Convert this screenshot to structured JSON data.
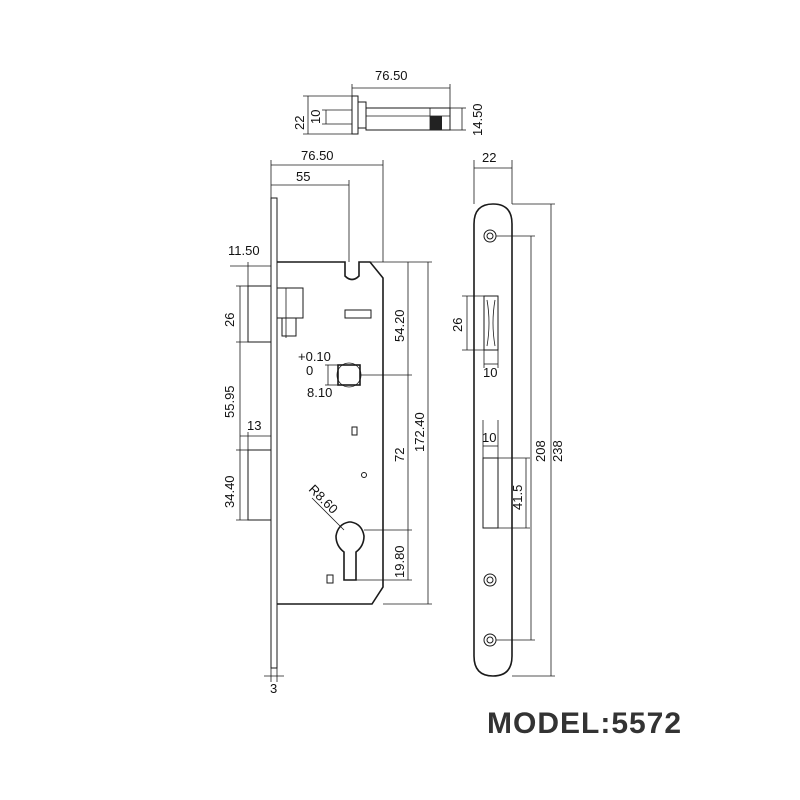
{
  "model_label": "MODEL:5572",
  "dimensions": {
    "bolt_length_top": "76.50",
    "bolt_height_left": "22",
    "bolt_height_inner": "10",
    "bolt_height_right": "14.50",
    "body_total_width": "76.50",
    "backset": "55",
    "latch_offset": "11.50",
    "latch_height": "26",
    "latch_to_deadbolt": "55.95",
    "deadbolt_width": "13",
    "deadbolt_height": "34.40",
    "spindle_tol_plus": "+0.10",
    "spindle_tol_zero": "0",
    "spindle_size": "8.10",
    "top_to_spindle": "54.20",
    "radius": "R8.60",
    "spindle_to_cylinder": "72",
    "body_height": "172.40",
    "cylinder_bottom": "19.80",
    "faceplate_thickness": "3",
    "faceplate_width": "22",
    "latch_slot_height": "26",
    "latch_slot_width": "10",
    "bolt_slot_width": "10",
    "bolt_slot_height": "41.5",
    "screw_spacing": "208",
    "faceplate_height": "238"
  }
}
